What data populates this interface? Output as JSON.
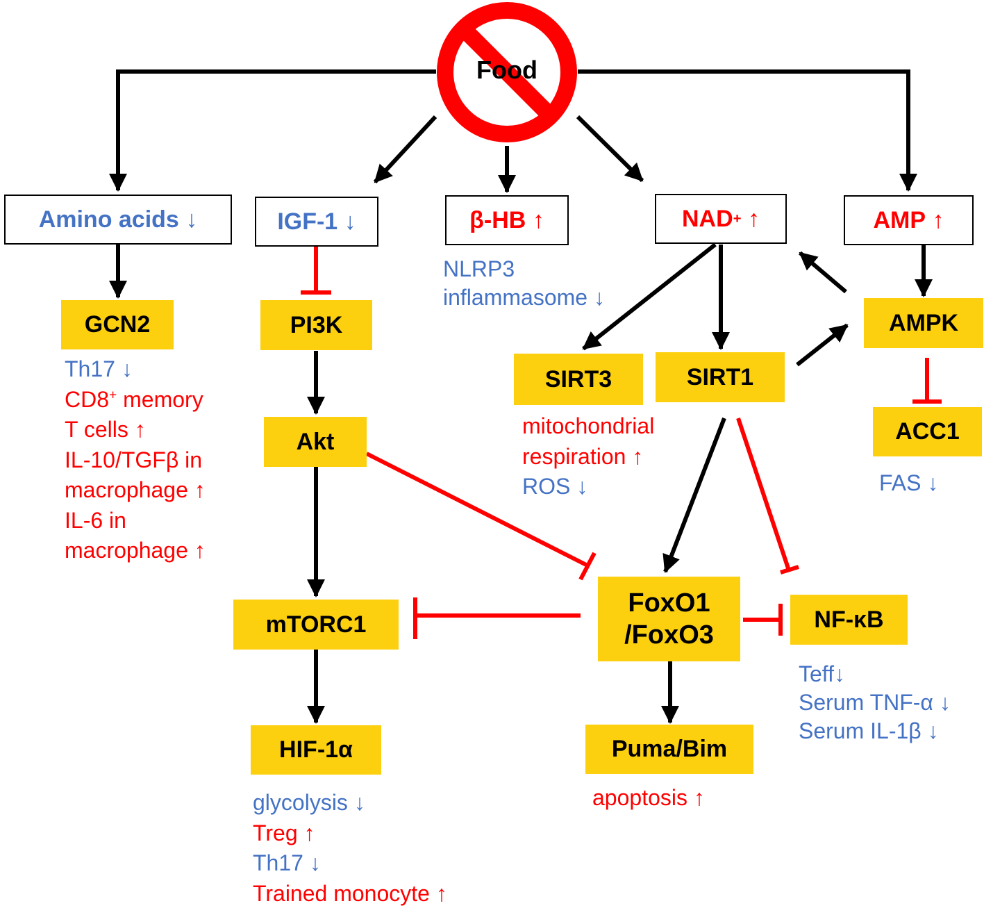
{
  "food": {
    "label": "Food"
  },
  "nodes": {
    "amino_acids": {
      "name": "Amino acids",
      "arrow": "↓"
    },
    "igf1": {
      "name": "IGF-1",
      "arrow": "↓"
    },
    "bhb": {
      "name": "β-HB",
      "arrow": "↑"
    },
    "nad": {
      "name": "NAD",
      "sup": "+",
      "arrow": "↑"
    },
    "amp": {
      "name": "AMP",
      "arrow": "↑"
    },
    "gcn2": "GCN2",
    "pi3k": "PI3K",
    "akt": "Akt",
    "mtorc1": "mTORC1",
    "hif1a": "HIF-1α",
    "sirt3": "SIRT3",
    "sirt1": "SIRT1",
    "ampk": "AMPK",
    "acc1": "ACC1",
    "foxo_line1": "FoxO1",
    "foxo_line2": "/FoxO3",
    "nfkb": "NF-κB",
    "puma_bim": "Puma/Bim"
  },
  "effects": {
    "gcn2": {
      "th17": "Th17 ↓",
      "cd8_pre": "CD8",
      "cd8_sup": "+",
      "cd8_post": " memory",
      "tcells": "T cells ↑",
      "il10_line1": "IL-10/TGFβ in",
      "il10_line2": "macrophage ↑",
      "il6_line1": "IL-6 in",
      "il6_line2": "macrophage ↑"
    },
    "bhb": {
      "line1": "NLRP3",
      "line2": "inflammasome ↓"
    },
    "sirt3": {
      "line1": "mitochondrial",
      "line2": "respiration ↑",
      "line3": "ROS ↓"
    },
    "acc1": {
      "line1": "FAS ↓"
    },
    "hif1a": {
      "line1": "glycolysis ↓",
      "line2": "Treg ↑",
      "line3": "Th17 ↓",
      "line4": "Trained monocyte ↑"
    },
    "puma_bim": {
      "line1": "apoptosis ↑"
    },
    "nfkb": {
      "line1": "Teff↓",
      "line2": "Serum TNF-α ↓",
      "line3": "Serum IL-1β ↓"
    }
  },
  "colors": {
    "decrease": "#4472c4",
    "increase": "#ff0000",
    "box_fill": "#fdd00f",
    "activation": "#000000",
    "inhibition": "#ff0000"
  },
  "edges": [
    {
      "from": "food",
      "to": "amino_acids",
      "kind": "activation"
    },
    {
      "from": "food",
      "to": "igf1",
      "kind": "activation"
    },
    {
      "from": "food",
      "to": "bhb",
      "kind": "activation"
    },
    {
      "from": "food",
      "to": "nad",
      "kind": "activation"
    },
    {
      "from": "food",
      "to": "amp",
      "kind": "activation"
    },
    {
      "from": "amino_acids",
      "to": "gcn2",
      "kind": "activation"
    },
    {
      "from": "igf1",
      "to": "pi3k",
      "kind": "inhibition"
    },
    {
      "from": "pi3k",
      "to": "akt",
      "kind": "activation"
    },
    {
      "from": "akt",
      "to": "mtorc1",
      "kind": "activation"
    },
    {
      "from": "mtorc1",
      "to": "hif1a",
      "kind": "activation"
    },
    {
      "from": "akt",
      "to": "foxo",
      "kind": "inhibition"
    },
    {
      "from": "nad",
      "to": "sirt3",
      "kind": "activation"
    },
    {
      "from": "nad",
      "to": "sirt1",
      "kind": "activation"
    },
    {
      "from": "sirt1",
      "to": "ampk",
      "kind": "activation"
    },
    {
      "from": "ampk",
      "to": "nad",
      "kind": "activation"
    },
    {
      "from": "amp",
      "to": "ampk",
      "kind": "activation"
    },
    {
      "from": "ampk",
      "to": "acc1",
      "kind": "inhibition"
    },
    {
      "from": "sirt1",
      "to": "foxo",
      "kind": "activation"
    },
    {
      "from": "sirt1",
      "to": "nfkb",
      "kind": "inhibition"
    },
    {
      "from": "foxo",
      "to": "mtorc1",
      "kind": "inhibition"
    },
    {
      "from": "foxo",
      "to": "nfkb",
      "kind": "inhibition"
    },
    {
      "from": "foxo",
      "to": "puma_bim",
      "kind": "activation"
    }
  ]
}
